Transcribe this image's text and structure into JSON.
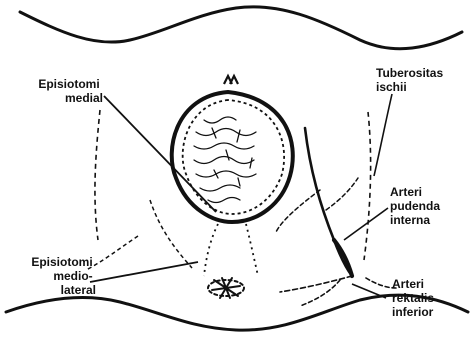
{
  "labels": {
    "episiotomi_medial": [
      "Episiotomi",
      "medial"
    ],
    "tuberositas_ischii": [
      "Tuberositas",
      "ischii"
    ],
    "arteri_pudenda_interna": [
      "Arteri",
      "pudenda",
      "interna"
    ],
    "episiotomi_mediolateral": [
      "Episiotomi",
      "medio-",
      "lateral"
    ],
    "arteri_rektalis_inferior": [
      "Arteri",
      "rektalis",
      "inferior"
    ]
  },
  "colors": {
    "ink": "#111111",
    "paper": "#ffffff"
  }
}
